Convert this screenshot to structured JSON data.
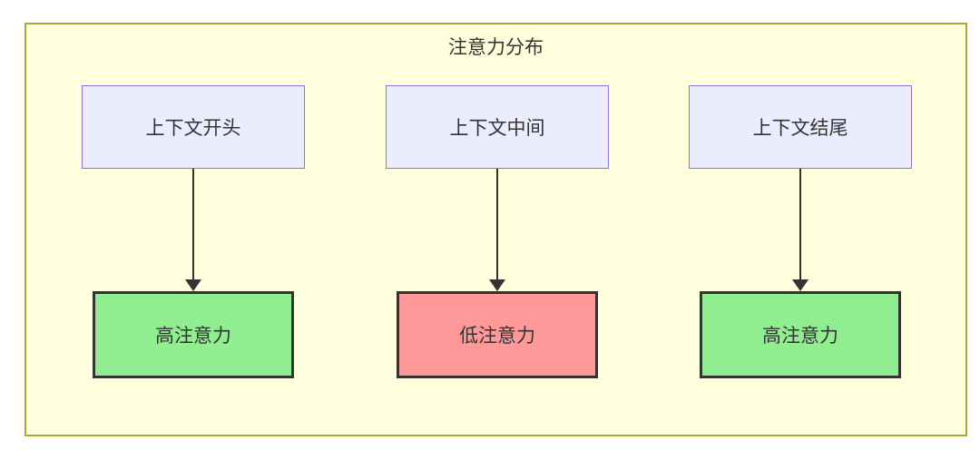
{
  "diagram": {
    "title": "注意力分布",
    "columns": [
      {
        "source": "上下文开头",
        "target": "高注意力",
        "level": "high"
      },
      {
        "source": "上下文中间",
        "target": "低注意力",
        "level": "low"
      },
      {
        "source": "上下文结尾",
        "target": "高注意力",
        "level": "high"
      }
    ],
    "colors": {
      "container_fill": "#ffffde",
      "container_border": "#aaaa33",
      "source_fill": "#ECECFF",
      "source_border": "#9370DB",
      "high_attention_fill": "#90EE90",
      "low_attention_fill": "#FF9999",
      "target_border": "#333333",
      "arrow": "#333333",
      "text": "#333333"
    }
  }
}
